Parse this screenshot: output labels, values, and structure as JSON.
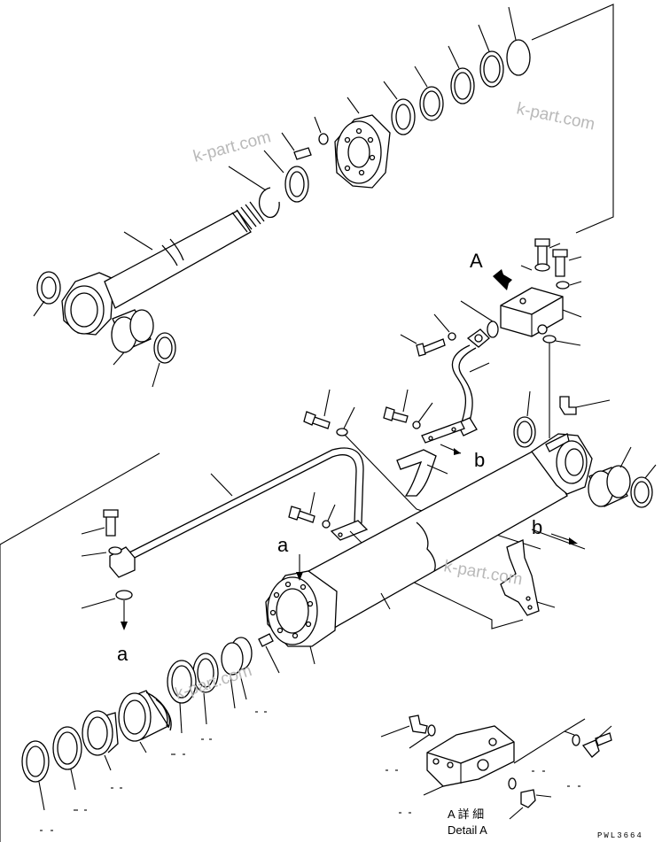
{
  "watermark": "k-part.com",
  "view_labels": {
    "A": "A",
    "a_top": "a",
    "a_bottom": "a",
    "b_mid": "b",
    "b_right": "b"
  },
  "detail": {
    "title_jp": "A 詳 細",
    "title_en": "Detail A"
  },
  "drawing_code": "PWL3664"
}
